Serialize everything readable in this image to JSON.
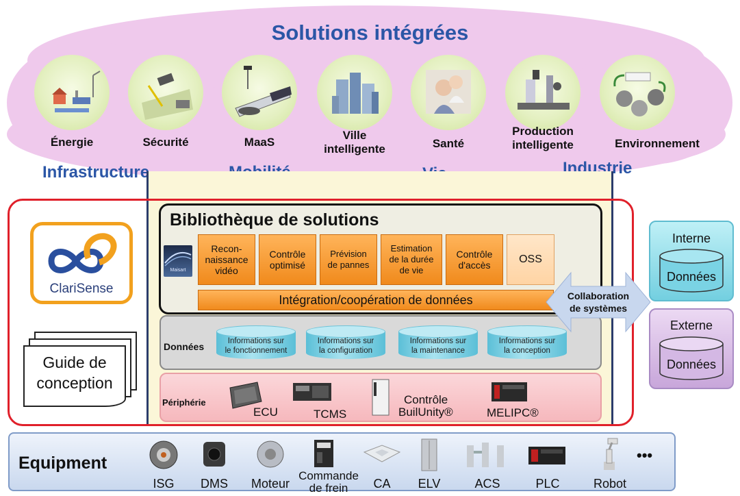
{
  "header": {
    "title": "Solutions intégrées"
  },
  "domains": [
    {
      "label": "Énergie",
      "icon": "energy-icon"
    },
    {
      "label": "Sécurité",
      "icon": "security-icon"
    },
    {
      "label": "MaaS",
      "icon": "maas-icon"
    },
    {
      "label_l1": "Ville",
      "label_l2": "intelligente",
      "icon": "smart-city-icon"
    },
    {
      "label": "Santé",
      "icon": "health-icon"
    },
    {
      "label_l1": "Production",
      "label_l2": "intelligente",
      "icon": "smart-production-icon"
    },
    {
      "label": "Environnement",
      "icon": "environment-icon"
    }
  ],
  "categories": [
    "Infrastructure",
    "Mobilité",
    "Vie",
    "Industrie"
  ],
  "left_panel": {
    "brand": "ClariSense",
    "guide_l1": "Guide de",
    "guide_l2": "conception"
  },
  "library": {
    "title": "Bibliothèque de solutions",
    "maisart": "Maisart",
    "modules": [
      {
        "l1": "Recon-",
        "l2": "naissance",
        "l3": "vidéo"
      },
      {
        "l1": "Contrôle",
        "l2": "optimisé"
      },
      {
        "l1": "Prévision",
        "l2": "de pannes"
      },
      {
        "l1": "Estimation",
        "l2": "de la durée",
        "l3": "de vie"
      },
      {
        "l1": "Contrôle",
        "l2": "d'accès"
      },
      {
        "l1": "OSS"
      }
    ],
    "integration": "Intégration/coopération de données"
  },
  "collaboration": {
    "l1": "Collaboration",
    "l2": "de systèmes"
  },
  "data_layer": {
    "label": "Données",
    "items": [
      {
        "l1": "Informations sur",
        "l2": "le fonctionnement"
      },
      {
        "l1": "Informations sur",
        "l2": "la configuration"
      },
      {
        "l1": "Informations sur",
        "l2": "la maintenance"
      },
      {
        "l1": "Informations sur",
        "l2": "la conception"
      }
    ]
  },
  "periphery": {
    "label": "Périphérie",
    "items": [
      "ECU",
      "TCMS",
      "Contrôle",
      "BuilUnity®",
      "MELIPC®"
    ]
  },
  "external": {
    "internal_title": "Interne",
    "internal_data": "Données",
    "external_title": "Externe",
    "external_data": "Données"
  },
  "equipment": {
    "label": "Equipment",
    "items": [
      {
        "l1": "ISG"
      },
      {
        "l1": "DMS"
      },
      {
        "l1": "Moteur"
      },
      {
        "l1": "Commande",
        "l2": "de frein"
      },
      {
        "l1": "CA"
      },
      {
        "l1": "ELV"
      },
      {
        "l1": "ACS"
      },
      {
        "l1": "PLC"
      },
      {
        "l1": "Robot"
      }
    ],
    "more": "•••"
  },
  "colors": {
    "category_blue": "#2b56a6",
    "cloud_pink": "#efc9ec",
    "frame_red": "#e0202a",
    "module_orange": "#f08a1c",
    "data_cyan": "#5bbfd7"
  }
}
